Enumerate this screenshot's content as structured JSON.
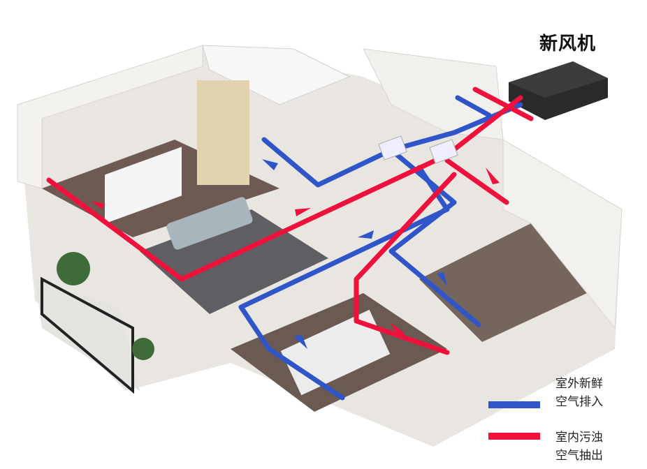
{
  "unit_label": "新风机",
  "legend": [
    {
      "line1": "室外新鲜",
      "line2": "空气排入",
      "color": "#2f55c8"
    },
    {
      "line1": "室内污浊",
      "line2": "空气抽出",
      "color": "#f0103c"
    }
  ]
}
